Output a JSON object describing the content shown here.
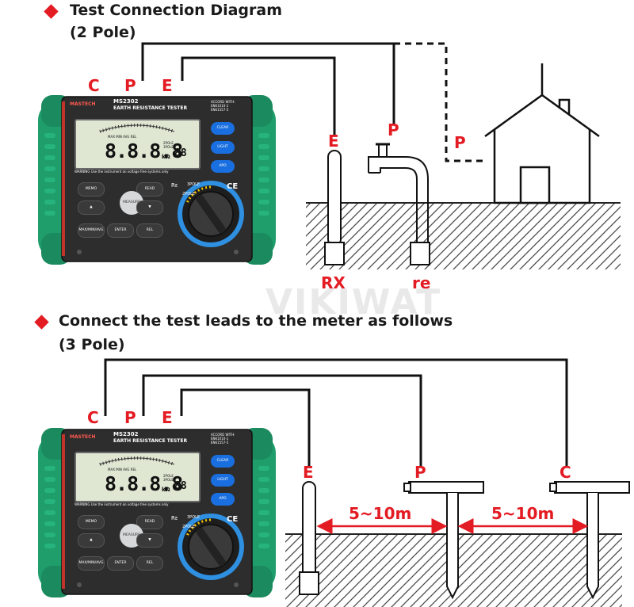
{
  "section1": {
    "title_line1": "Test Connection Diagram",
    "title_line2": "(2 Pole)"
  },
  "section2": {
    "title_line1": "Connect the test leads to the meter as follows",
    "title_line2": "(3 Pole)"
  },
  "meter": {
    "brand": "MASTECH",
    "model": "MS2302",
    "title": "EARTH RESISTANCE TESTER",
    "accord_line1": "ACCORD WITH:",
    "accord_line2": "EN61010-1",
    "accord_line3": "EN61557-5",
    "lcd_digits": "8.8.8.8",
    "lcd_digits_small": "88",
    "lcd_unit": "kΩ",
    "lcd_mode_line": "MAX MIN AVG REL",
    "lcd_2pole": "2POLE",
    "lcd_3pole": "3POLE",
    "warning": "WARNING Use the instrument on voltage free systems only",
    "buttons": {
      "clear": "CLEAR",
      "light": "LIGHT",
      "apo": "APO",
      "memo": "MEMO",
      "read": "READ",
      "measure": "MEASURE",
      "max_min_avg": "MAX/MIN/AVG",
      "enter": "ENTER",
      "rel": "REL"
    },
    "dial_re": "Rᴇ",
    "dial_2pole": "2POLE",
    "dial_3pole": "3POLE",
    "ce": "CE"
  },
  "labels_top": {
    "c": "C",
    "p": "P",
    "e": "E",
    "field_e": "E",
    "field_p": "P",
    "house_p": "P",
    "rx": "RX",
    "re": "re"
  },
  "labels_bottom": {
    "c": "C",
    "p": "P",
    "e": "E",
    "field_e": "E",
    "field_p": "P",
    "field_c": "C",
    "distance1": "5~10m",
    "distance2": "5~10m"
  },
  "watermark": "VIKIWAT",
  "colors": {
    "accent_red": "#e31b23",
    "meter_green": "#1f9e6c",
    "meter_body": "#2d2d2d",
    "button_blue": "#1a6fe0",
    "dial_ring": "#2f8fe0"
  }
}
